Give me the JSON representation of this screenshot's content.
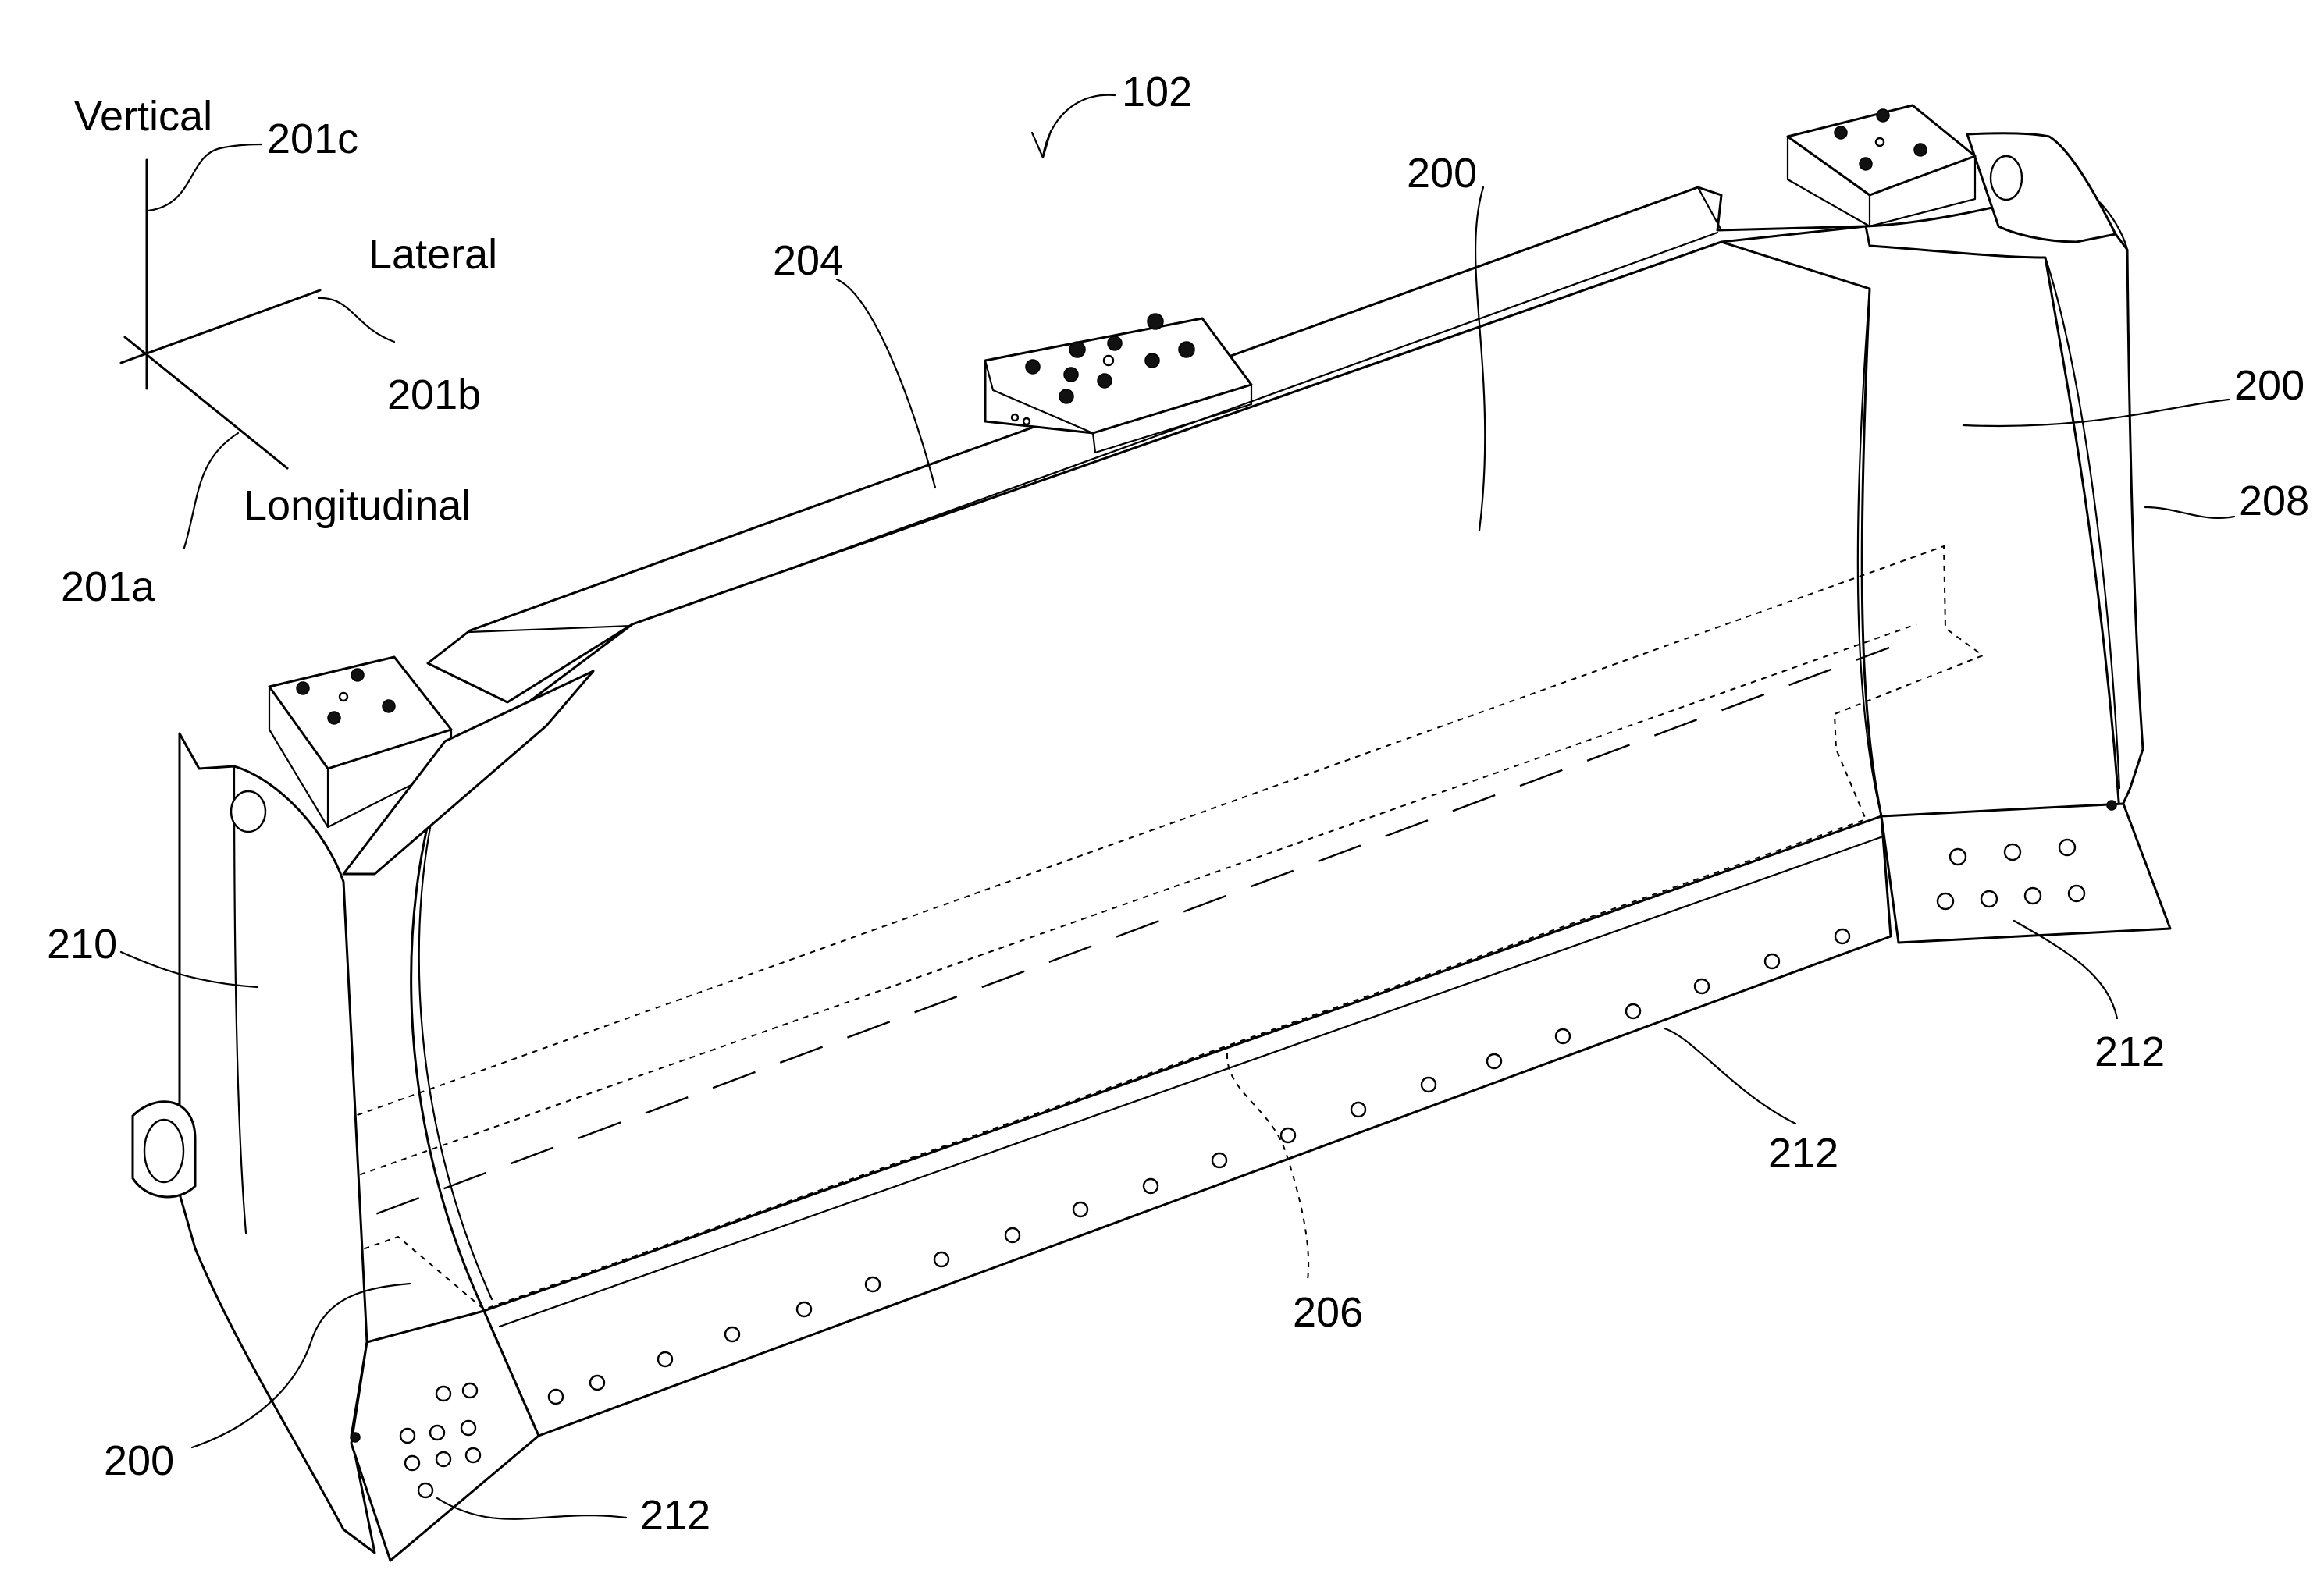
{
  "figure": {
    "reference": "102",
    "axes": {
      "vertical": "Vertical",
      "vertical_ref": "201c",
      "lateral": "Lateral",
      "lateral_ref": "201b",
      "longitudinal": "Longitudinal",
      "longitudinal_ref": "201a"
    },
    "parts": {
      "moldboard_center": "200",
      "moldboard_right": "200",
      "moldboard_left": "200",
      "top_beam": "204",
      "cutting_edge": "206",
      "right_end": "208",
      "left_end": "210",
      "edge_center": "212",
      "edge_right": "212",
      "edge_left": "212"
    }
  }
}
